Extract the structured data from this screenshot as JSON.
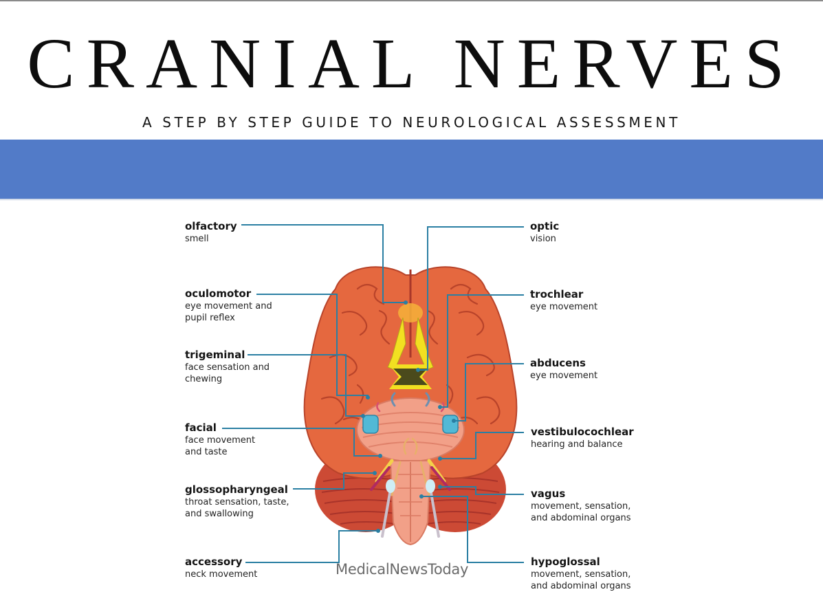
{
  "header": {
    "title": "CRANIAL NERVES",
    "subtitle": "A STEP BY STEP GUIDE TO NEUROLOGICAL ASSESSMENT"
  },
  "colors": {
    "band": "#527bc8",
    "leader_line": "#2a7fa3",
    "brain": "#e5683f",
    "brain_dark": "#b8432a",
    "cerebellum": "#cc4a35",
    "optic": "#f2e021",
    "nerve_node": "#52b9d6"
  },
  "nerves": [
    {
      "name": "olfactory",
      "desc": "smell",
      "side": "left"
    },
    {
      "name": "oculomotor",
      "desc": "eye movement and\npupil reflex",
      "side": "left"
    },
    {
      "name": "trigeminal",
      "desc": "face sensation and\nchewing",
      "side": "left"
    },
    {
      "name": "facial",
      "desc": "face movement\nand taste",
      "side": "left"
    },
    {
      "name": "glossopharyngeal",
      "desc": "throat sensation, taste,\nand swallowing",
      "side": "left"
    },
    {
      "name": "accessory",
      "desc": "neck movement",
      "side": "left"
    },
    {
      "name": "optic",
      "desc": "vision",
      "side": "right"
    },
    {
      "name": "trochlear",
      "desc": "eye movement",
      "side": "right"
    },
    {
      "name": "abducens",
      "desc": "eye movement",
      "side": "right"
    },
    {
      "name": "vestibulocochlear",
      "desc": "hearing and balance",
      "side": "right"
    },
    {
      "name": "vagus",
      "desc": "movement, sensation,\nand abdominal organs",
      "side": "right"
    },
    {
      "name": "hypoglossal",
      "desc": "movement, sensation,\nand abdominal organs",
      "side": "right"
    }
  ],
  "watermark": "MedicalNewsToday"
}
